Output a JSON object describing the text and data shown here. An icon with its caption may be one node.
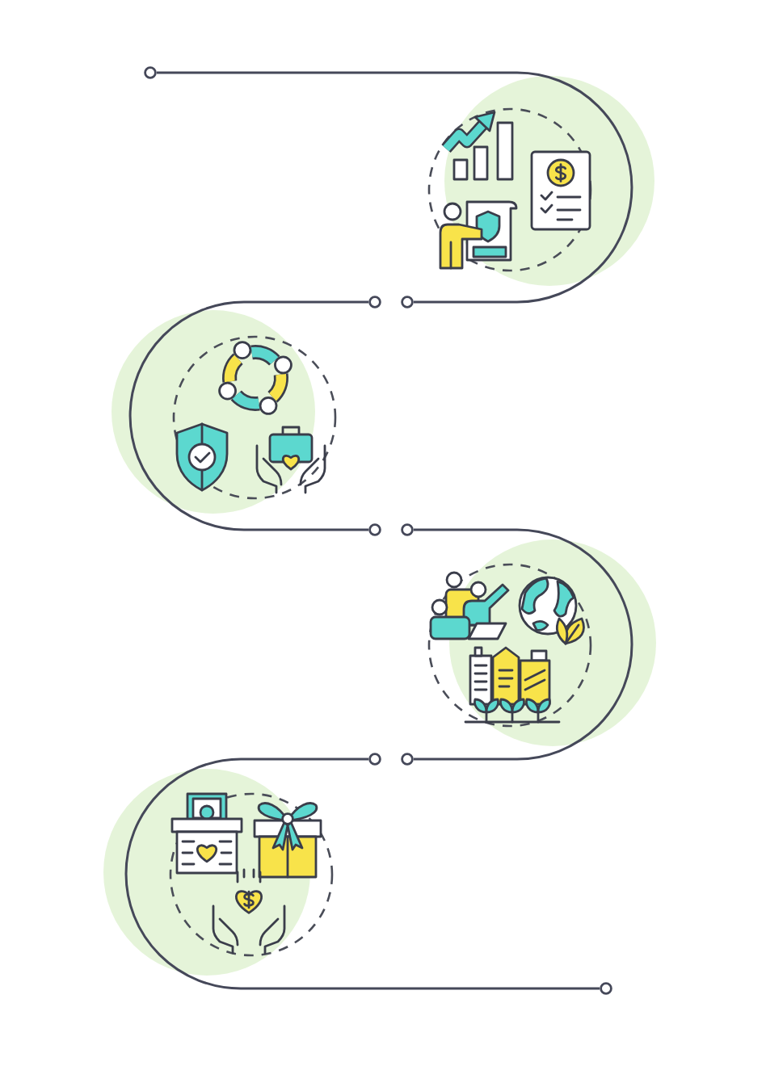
{
  "diagram": {
    "nodes": [
      {
        "text": [],
        "shape": "circle"
      },
      {
        "text": [],
        "shape": "picture"
      },
      {
        "text": [],
        "shape": "circle"
      },
      {
        "text": [],
        "shape": "circle"
      },
      {
        "text": [],
        "shape": "picture"
      },
      {
        "text": [],
        "shape": "circle"
      },
      {
        "text": [],
        "shape": "circle"
      },
      {
        "text": [],
        "shape": "picture"
      },
      {
        "text": [],
        "shape": "circle"
      },
      {
        "text": [],
        "shape": "circle"
      },
      {
        "text": [],
        "shape": "picture"
      },
      {
        "text": [],
        "shape": "circle"
      }
    ],
    "edges": [
      {
        "from": 0,
        "to": 3,
        "arrow": "none"
      },
      {
        "from": 2,
        "to": 5,
        "arrow": "none"
      },
      {
        "from": 6,
        "to": 9,
        "arrow": "none"
      },
      {
        "from": 8,
        "to": 11,
        "arrow": "none"
      }
    ]
  }
}
